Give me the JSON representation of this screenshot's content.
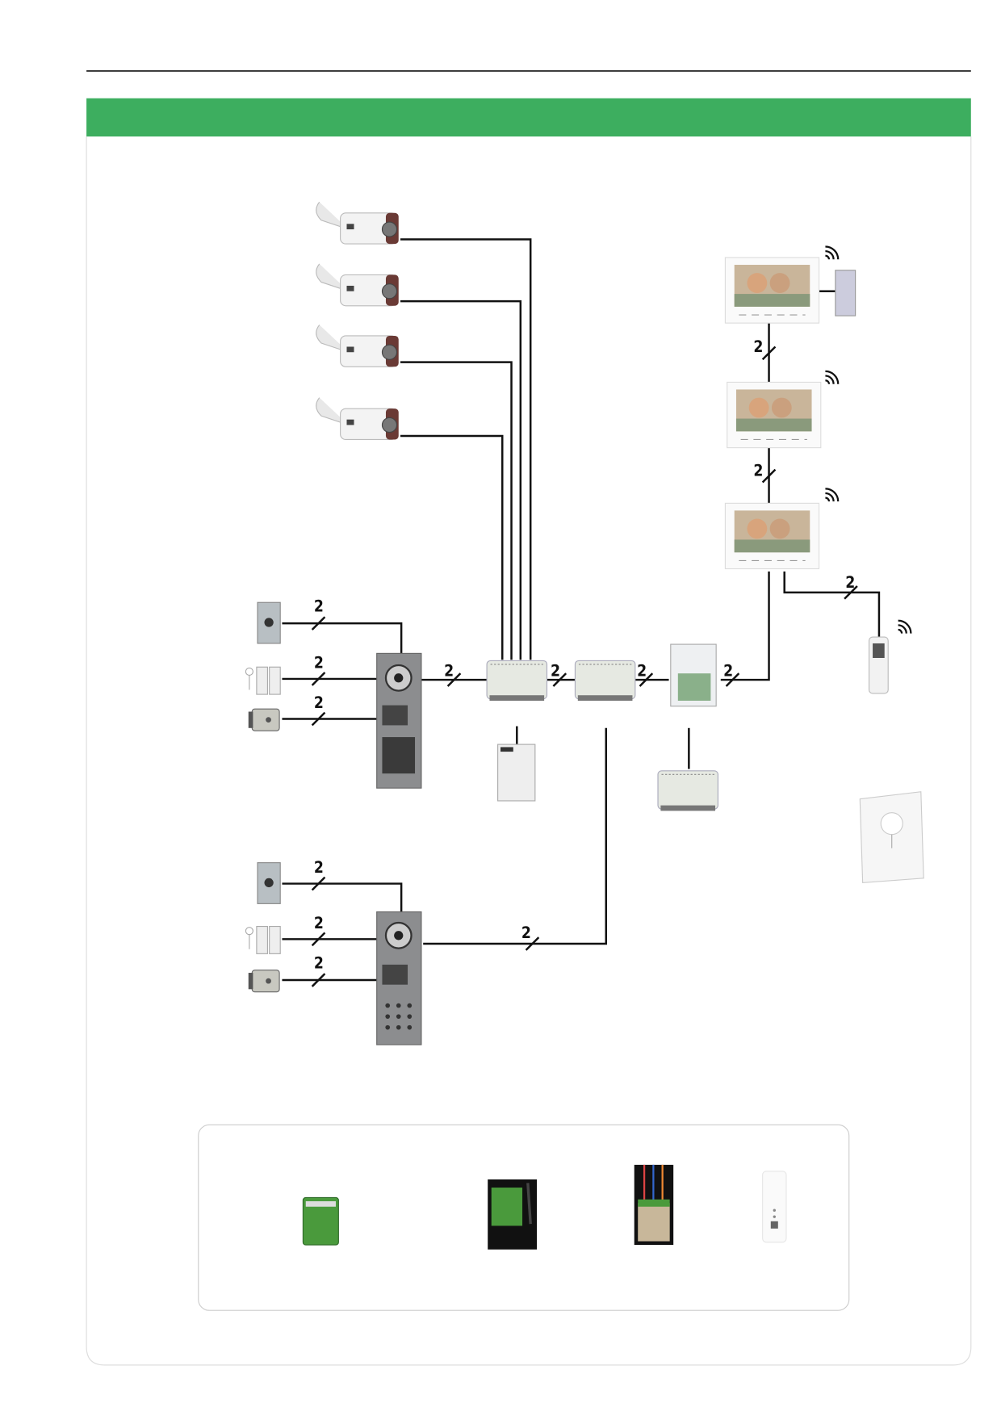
{
  "header": {
    "accent_color": "#3dae5f",
    "rule_color": "#111111"
  },
  "diagram": {
    "wire_label": "2",
    "devices": {
      "cameras": [
        "bullet-camera",
        "bullet-camera",
        "bullet-camera",
        "bullet-camera"
      ],
      "monitors": [
        "video-monitor",
        "video-monitor",
        "video-monitor"
      ],
      "door_panels": [
        "door-panel-proximity",
        "door-panel-keypad"
      ],
      "accessories": [
        "exit-button",
        "gate-operator",
        "electric-lock",
        "power-supply",
        "video-distributor",
        "interface-module",
        "handset",
        "chime"
      ]
    },
    "wifi_icons": 4
  },
  "accessory_box": {
    "modules": [
      "green-relay-module",
      "green-wireless-module",
      "micro-module",
      "white-remote"
    ]
  }
}
